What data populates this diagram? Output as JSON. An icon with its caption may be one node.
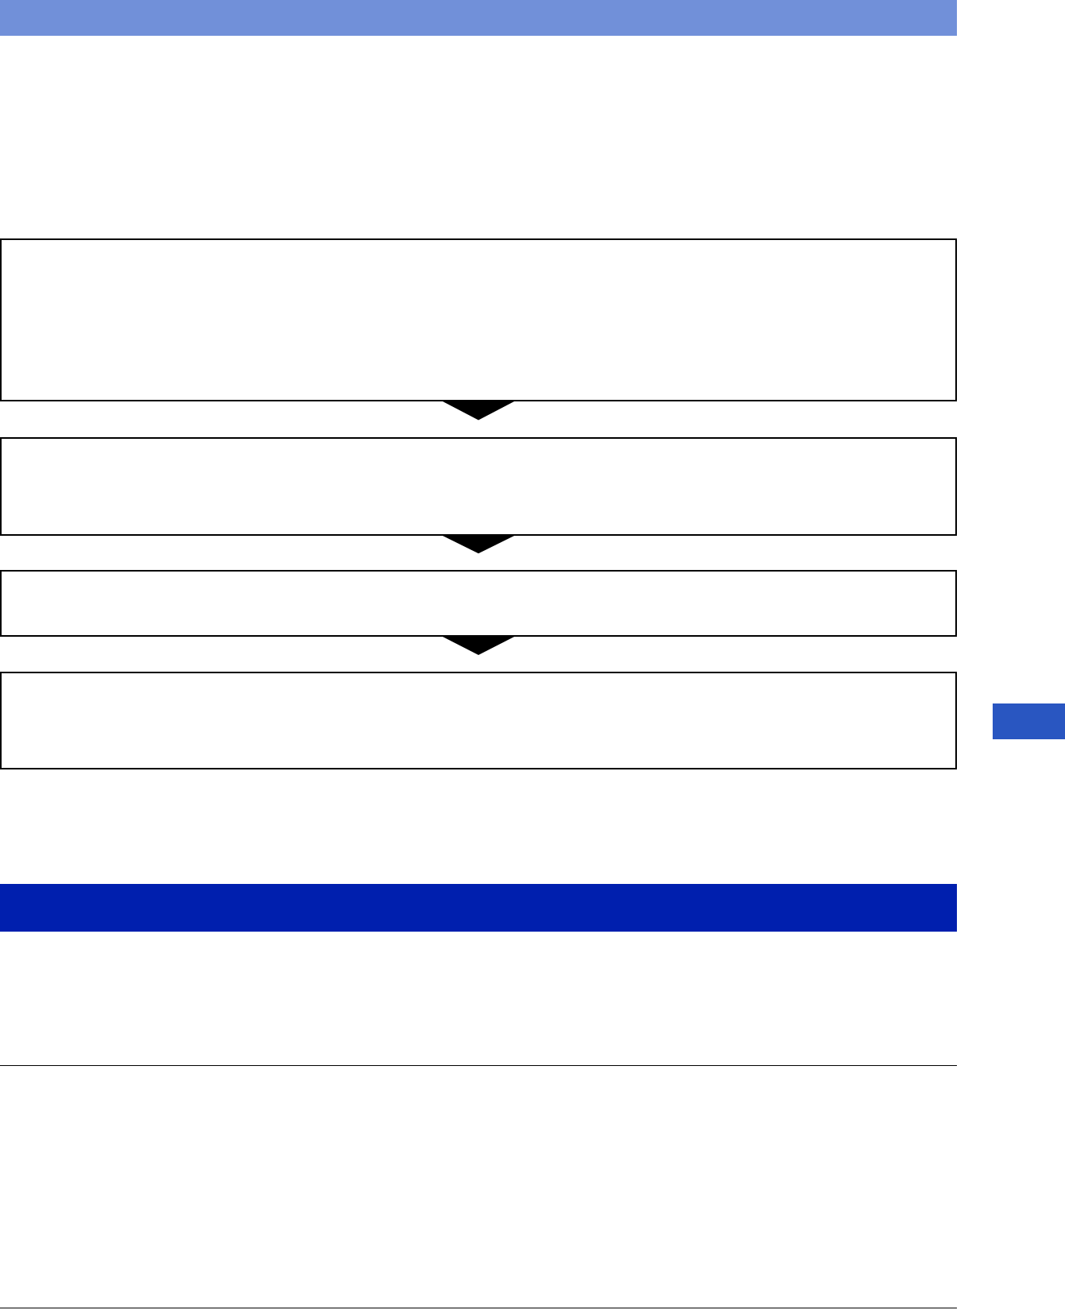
{
  "diagram": {
    "nodes": [
      {
        "text": [],
        "shape": "bar"
      },
      {
        "text": [],
        "shape": "box"
      },
      {
        "text": [],
        "shape": "box"
      },
      {
        "text": [],
        "shape": "box"
      },
      {
        "text": [],
        "shape": "box"
      },
      {
        "text": [],
        "shape": "bar"
      },
      {
        "text": [],
        "shape": "bar"
      }
    ],
    "edges": [
      {
        "from": 1,
        "to": 2,
        "arrow": "to"
      },
      {
        "from": 2,
        "to": 3,
        "arrow": "to"
      },
      {
        "from": 3,
        "to": 4,
        "arrow": "to"
      }
    ]
  }
}
